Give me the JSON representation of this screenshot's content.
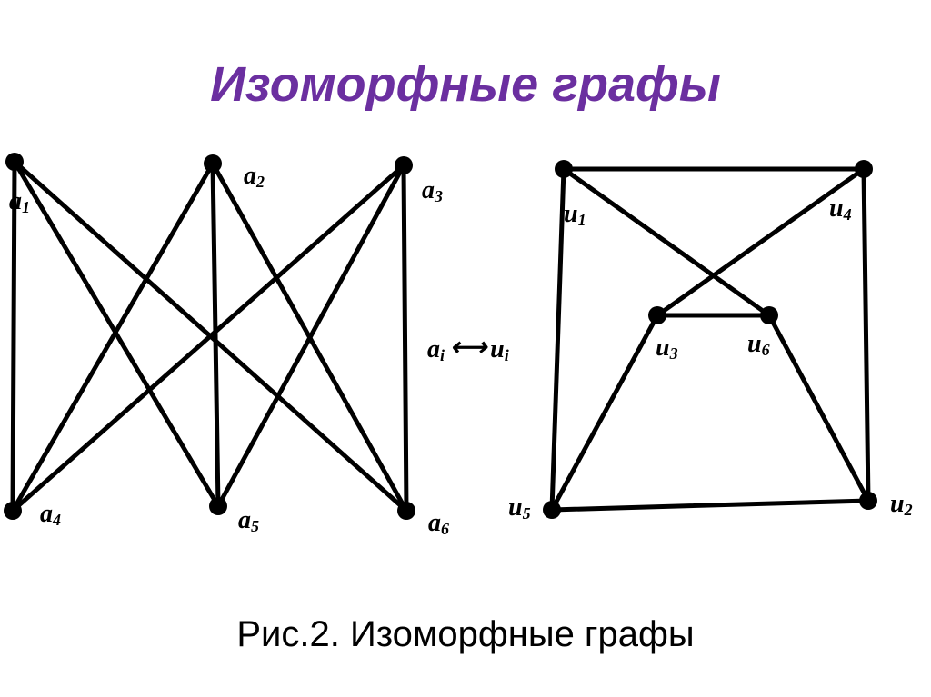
{
  "title": "Изоморфные графы",
  "caption": "Рис.2. Изоморфные графы",
  "colors": {
    "title": "#6b2fa0",
    "ink": "#000000",
    "background": "#ffffff"
  },
  "mapping_label": {
    "left": "a",
    "sub_left": "i",
    "arrow": "⟷",
    "right": "u",
    "sub_right": "i"
  },
  "graph_left": {
    "nodes": [
      {
        "id": "a1",
        "letter": "a",
        "index": "1"
      },
      {
        "id": "a2",
        "letter": "a",
        "index": "2"
      },
      {
        "id": "a3",
        "letter": "a",
        "index": "3"
      },
      {
        "id": "a4",
        "letter": "a",
        "index": "4"
      },
      {
        "id": "a5",
        "letter": "a",
        "index": "5"
      },
      {
        "id": "a6",
        "letter": "a",
        "index": "6"
      }
    ],
    "edges": [
      [
        "a1",
        "a4"
      ],
      [
        "a1",
        "a5"
      ],
      [
        "a1",
        "a6"
      ],
      [
        "a2",
        "a4"
      ],
      [
        "a2",
        "a5"
      ],
      [
        "a2",
        "a6"
      ],
      [
        "a3",
        "a4"
      ],
      [
        "a3",
        "a5"
      ],
      [
        "a3",
        "a6"
      ]
    ]
  },
  "graph_right": {
    "nodes": [
      {
        "id": "u1",
        "letter": "u",
        "index": "1"
      },
      {
        "id": "u2",
        "letter": "u",
        "index": "2"
      },
      {
        "id": "u3",
        "letter": "u",
        "index": "3"
      },
      {
        "id": "u4",
        "letter": "u",
        "index": "4"
      },
      {
        "id": "u5",
        "letter": "u",
        "index": "5"
      },
      {
        "id": "u6",
        "letter": "u",
        "index": "6"
      }
    ],
    "edges": [
      [
        "u1",
        "u4"
      ],
      [
        "u1",
        "u5"
      ],
      [
        "u1",
        "u6"
      ],
      [
        "u4",
        "u2"
      ],
      [
        "u4",
        "u3"
      ],
      [
        "u3",
        "u6"
      ],
      [
        "u3",
        "u5"
      ],
      [
        "u6",
        "u2"
      ],
      [
        "u5",
        "u2"
      ]
    ]
  }
}
